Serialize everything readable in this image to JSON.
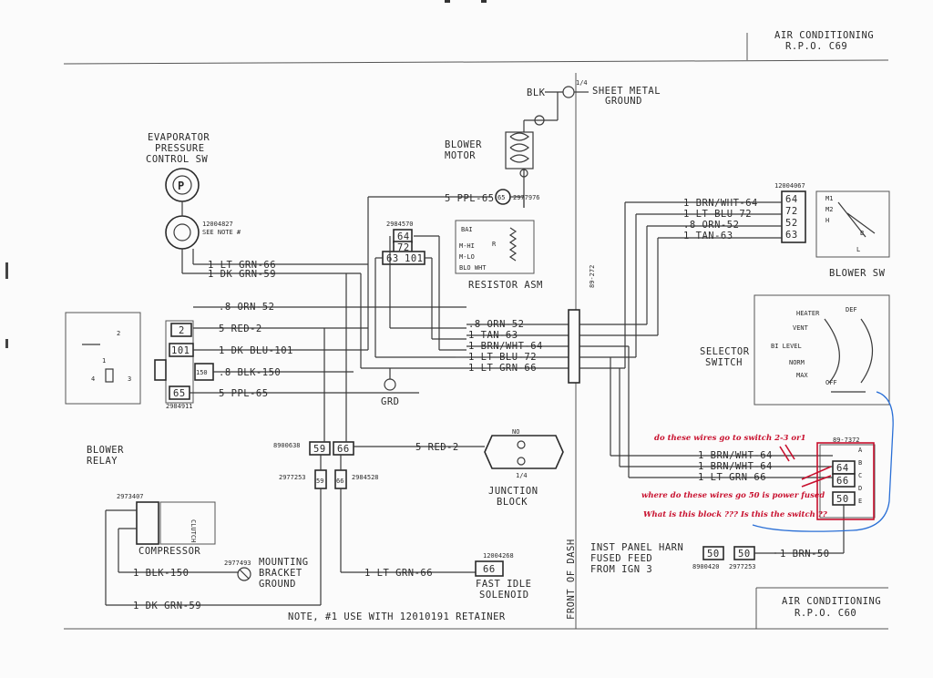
{
  "title_top": {
    "line1": "AIR CONDITIONING",
    "line2": "R.P.O. C69"
  },
  "title_bottom": {
    "line1": "AIR CONDITIONING",
    "line2": "R.P.O. C60"
  },
  "ground_top": {
    "wire": "BLK",
    "label1": "SHEET METAL",
    "label2": "GROUND",
    "part": "1/4"
  },
  "blower_motor": {
    "line1": "BLOWER",
    "line2": "MOTOR"
  },
  "evap_switch": {
    "line1": "EVAPORATOR",
    "line2": "PRESSURE",
    "line3": "CONTROL SW",
    "symbol": "P",
    "part": "12004827",
    "note": "SEE NOTE #"
  },
  "evap_wires": [
    "1 LT GRN-66",
    "1 DK GRN-59"
  ],
  "blower_relay": {
    "line1": "BLOWER",
    "line2": "RELAY",
    "part": "2984911",
    "pins": [
      "2",
      "101",
      "150",
      "65"
    ],
    "inner": [
      "2",
      "1",
      "4",
      "3"
    ]
  },
  "relay_wires": [
    ".8 ORN-52",
    "5 RED-2",
    "1 DK BLU-101",
    ".8 BLK-150",
    "5 PPL-65"
  ],
  "resistor": {
    "label": "RESISTOR ASM",
    "part": "2984570",
    "pins_top": [
      "64",
      "72"
    ],
    "pins_bot": [
      "63",
      "101"
    ],
    "bai": "BAI",
    "mhi": "M-HI",
    "mlo": "M-LO",
    "blo": "BLO WHT",
    "r": "R"
  },
  "ppl_wire": {
    "label": "5 PPL-65",
    "conn": "65",
    "part": "2977976"
  },
  "center_wires": [
    ".8 ORN-52",
    "1 TAN-63",
    "1 BRN/WHT-64",
    "1 LT BLU-72",
    "1 LT GRN-66"
  ],
  "center_connector": "89-272",
  "ground_mid": "GRD",
  "blower_sw": {
    "label": "BLOWER SW",
    "part": "12004067",
    "wires": [
      "1 BRN/WHT-64",
      "1 LT BLU-72",
      ".8 ORN-52",
      "1 TAN-63"
    ],
    "pins": [
      "64",
      "72",
      "52",
      "63"
    ],
    "contacts": [
      "M1",
      "M2",
      "H",
      "B",
      "L"
    ]
  },
  "selector": {
    "line1": "SELECTOR",
    "line2": "SWITCH",
    "modes": [
      "HEATER",
      "DEF",
      "VENT",
      "BI LEVEL",
      "NORM",
      "MAX",
      "OFF"
    ]
  },
  "junction": {
    "line1": "JUNCTION",
    "line2": "BLOCK",
    "wire": "5 RED-2",
    "conns": [
      "59",
      "66"
    ],
    "part": "8900638",
    "fuse": "1/4",
    "no": "NO"
  },
  "small_conns": {
    "a": "59",
    "b": "66",
    "part_a": "2977253",
    "part_b": "2984528"
  },
  "compressor": {
    "label": "COMPRESSOR",
    "part": "2973407",
    "clutch": "CLUTCH",
    "wires": [
      "1 BLK-150",
      "1 DK GRN-59"
    ]
  },
  "mounting_ground": {
    "line1": "MOUNTING",
    "line2": "BRACKET",
    "line3": "GROUND",
    "part": "2977493"
  },
  "idle_solenoid": {
    "line1": "FAST IDLE",
    "line2": "SOLENOID",
    "wire": "1 LT GRN-66",
    "conn": "66",
    "part": "12004268"
  },
  "front_of_dash": "FRONT OF DASH",
  "switch_block": {
    "part": "89-7372",
    "wires": [
      "1 BRN/WHT-64",
      "1 BRN/WHT-64",
      "1 LT GRN-66"
    ],
    "pins": [
      "64",
      "66",
      "50"
    ],
    "letters": [
      "A",
      "B",
      "C",
      "D",
      "E"
    ]
  },
  "inst_panel": {
    "line1": "INST PANEL HARN",
    "line2": "FUSED FEED",
    "line3": "FROM IGN 3",
    "conn": "50",
    "wire": "1 BRN-50",
    "part_a": "8900420",
    "part_b": "2977253"
  },
  "note": "NOTE, #1 USE WITH 12010191 RETAINER",
  "annotations": [
    "do these wires go to switch 2-3 or1",
    "where do these wires go 50 is power fused",
    "What is this block ??? Is this the switch ??"
  ],
  "colors": {
    "ink": "#2a2a2a",
    "annotation_red": "#c8102e",
    "annotation_blue": "#2a6fd6",
    "paper": "#fbfbfb"
  }
}
